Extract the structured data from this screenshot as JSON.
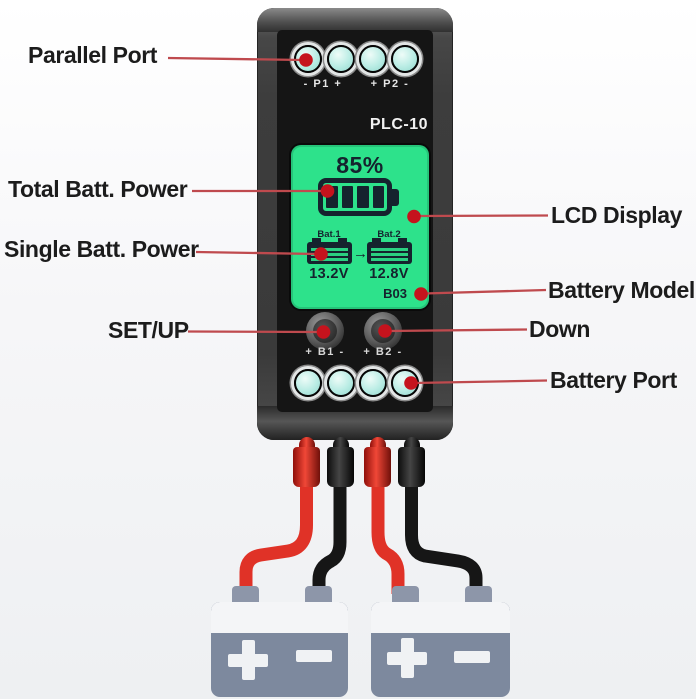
{
  "annotations": {
    "parallel_port": "Parallel Port",
    "total_batt_power": "Total Batt. Power",
    "single_batt_power": "Single Batt. Power",
    "set_up": "SET/UP",
    "lcd_display": "LCD Display",
    "battery_model": "Battery Model",
    "down": "Down",
    "battery_port": "Battery Port"
  },
  "device": {
    "model": "PLC-10",
    "parallel_port_labels": {
      "p1": "- P1 +",
      "p2": "+ P2 -"
    },
    "battery_port_labels": {
      "b1": "+ B1 -",
      "b2": "+ B2 -"
    },
    "lcd": {
      "total_percent": "85%",
      "bat1_label": "Bat.1",
      "bat2_label": "Bat.2",
      "bat1_voltage": "13.2V",
      "bat2_voltage": "12.8V",
      "arrow": "→",
      "battery_model_code": "B03"
    }
  },
  "icons": {
    "total_battery_gauge": "battery-4-bars-icon",
    "single_battery": "battery-cell-icon",
    "battery_positive": "plus-symbol",
    "battery_negative": "minus-symbol",
    "annotation_marker": "red-dot"
  },
  "colors": {
    "lcd_green": "#2de28b",
    "lcd_text": "#15232e",
    "annotation_line": "#bf4a4e",
    "annotation_dot": "#c5131d",
    "wire_red": "#e03227",
    "wire_black": "#161616",
    "battery_gray": "#7d899e",
    "battery_top_band": "#f4f5f7",
    "port_cyan": "#b9ece4"
  }
}
